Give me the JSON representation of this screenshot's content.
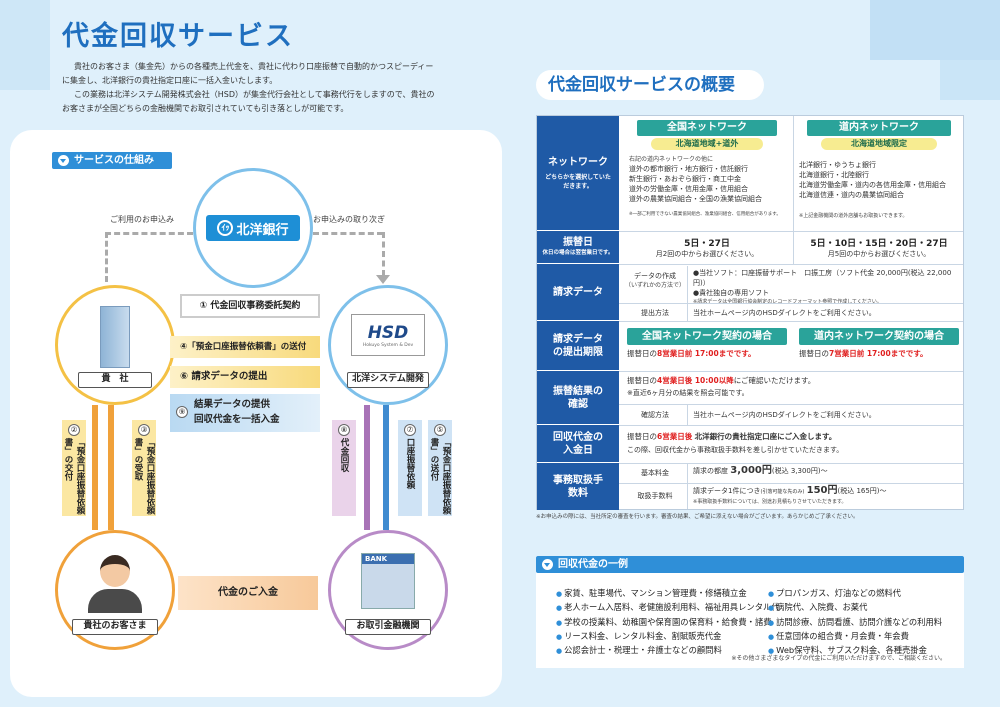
{
  "header": {
    "title": "代金回収サービス",
    "intro_lines": [
      "貴社のお客さま（集金先）からの各種売上代金を、貴社に代わり口座振替で自動的かつスピーディー",
      "に集金し、北洋銀行の貴社指定口座に一括入金いたします。",
      "この業務は北洋システム開発株式会社（HSD）が集金代行会社として事務代行をしますので、貴社の",
      "お客さまが全国どちらの金融機関でお取引されていても引き落としが可能です。"
    ]
  },
  "diagram": {
    "section_label": "サービスの仕組み",
    "bank_name": "北洋銀行",
    "bank_mark": "ｲｯ",
    "hsd_logo": "HSD",
    "hsd_sub": "Hokuyo System & Dev",
    "hsd_caption": "北洋システム開発",
    "company_caption": "貴　社",
    "customer_caption": "貴社のお客さま",
    "fin_caption": "お取引金融機関",
    "bank_sign": "BANK",
    "apply_left": "ご利用のお申込み",
    "apply_right": "お申込みの取り次ぎ",
    "flow_1": "① 代金回収事務委託契約",
    "flow_4": "④「預金口座振替依頼書」の送付",
    "flow_6": "⑥ 請求データの提出",
    "flow_9a": "結果データの提供",
    "flow_9b": "回収代金を一括入金",
    "flow_9_num": "⑨",
    "v2_num": "②",
    "v2": "「預金口座振替依頼書」の交付",
    "v3_num": "③",
    "v3": "「預金口座振替依頼書」の受取",
    "v8_num": "⑧",
    "v8": "代金回収",
    "v7_num": "⑦",
    "v7": "口座振替依頼",
    "v5_num": "⑤",
    "v5": "「預金口座振替依頼書」の送付",
    "payment": "代金のご入金"
  },
  "overview": {
    "title": "代金回収サービスの概要",
    "network_label": "ネットワーク",
    "network_sub": "どちらかを選択していただきます。",
    "nationwide_title": "全国ネットワーク",
    "nationwide_sub": "北海道地域+道外",
    "hokkaido_title": "道内ネットワーク",
    "hokkaido_sub": "北海道地域限定",
    "nationwide_note": "右記の道内ネットワークの他に",
    "nationwide_items": [
      "道外の都市銀行・地方銀行・信託銀行",
      "新生銀行・あおぞら銀行・商工中金",
      "道外の労働金庫・信用金庫・信用組合",
      "道外の農業協同組合・全国の漁業協同組合"
    ],
    "nationwide_foot": "※一部ご利用できない農業協同組合、漁業協同組合、信用組合があります。",
    "hokkaido_items": [
      "北洋銀行・ゆうちょ銀行",
      "北海道銀行・北陸銀行",
      "北海道労働金庫・道内の各信用金庫・信用組合",
      "北海道信連・道内の農業協同組合"
    ],
    "hokkaido_foot": "※上記金融機関の道外店舗もお取扱いできます。",
    "transfer_label": "振替日",
    "transfer_sub": "休日の場合は翌営業日です。",
    "transfer_nw": "5日・27日",
    "transfer_nw_sub": "月2回の中からお選びください。",
    "transfer_hk": "5日・10日・15日・20日・27日",
    "transfer_hk_sub": "月5回の中からお選びください。",
    "billing_label": "請求データ",
    "billing_create": "データの作成",
    "billing_create_sub": "（いずれかの方法で）",
    "billing_soft1": "●当社ソフト：口座振替サポート　口振工房（ソフト代金 20,000円(税込 22,000円)）",
    "billing_soft2": "●貴社独自の専用ソフト",
    "billing_soft_note": "※請求データは全国銀行協会制定のレコードフォーマット参照で作成してください。",
    "submit_method": "提出方法",
    "submit_text": "当社ホームページ内のHSDダイレクトをご利用ください。",
    "deadline_label": "請求データの提出期限",
    "deadline_nw_title": "全国ネットワーク契約の場合",
    "deadline_hk_title": "道内ネットワーク契約の場合",
    "deadline_nw_pre": "振替日の",
    "deadline_nw_red": "8営業日前 17:00までです。",
    "deadline_hk_pre": "振替日の",
    "deadline_hk_red": "7営業日前 17:00までです。",
    "result_label": "振替結果の確認",
    "result_pre": "振替日の",
    "result_red": "4営業日後 10:00以降",
    "result_post": "にご確認いただけます。",
    "result_note": "※直近6ヶ月分の結果を照会可能です。",
    "confirm_method": "確認方法",
    "confirm_text": "当社ホームページ内のHSDダイレクトをご利用ください。",
    "deposit_label": "回収代金の入金日",
    "deposit_pre": "振替日の",
    "deposit_red": "6営業日後",
    "deposit_post": "北洋銀行の貴社指定口座にご入金します。",
    "deposit_line2": "この際、回収代金から事務取扱手数料を差し引かせていただきます。",
    "fee_label": "事務取扱手数料",
    "basic_fee": "基本料金",
    "basic_fee_text": "請求の都度",
    "basic_fee_amount": "3,000円",
    "basic_fee_tax": "(税込 3,300円)～",
    "proc_fee": "取扱手数料",
    "proc_fee_text": "請求データ1件につき",
    "proc_fee_mini": "(引落可能な先のみ)",
    "proc_fee_amount": "150円",
    "proc_fee_tax": "(税込 165円)～",
    "proc_fee_note": "※事務取扱手数料については、別途お見積もりさせていただきます。",
    "table_note": "※お申込みの際には、当社所定の審査を行います。審査の結果、ご希望に添えない場合がございます。あらかじめご了承ください。"
  },
  "examples": {
    "title": "回収代金の一例",
    "left": [
      "家賃、駐車場代、マンション管理費・修繕積立金",
      "老人ホーム入居料、老健施設利用料、福祉用具レンタル代",
      "学校の授業料、幼稚園や保育園の保育料・給食費・諸費",
      "リース料金、レンタル料金、割賦販売代金",
      "公認会計士・税理士・弁護士などの顧問料"
    ],
    "right": [
      "プロパンガス、灯油などの燃料代",
      "病院代、入院費、お薬代",
      "訪問診療、訪問看護、訪問介護などの利用料",
      "任意団体の組合費・月会費・年会費",
      "Web保守料、サブスク料金、各種売掛金"
    ],
    "note": "※その他さまざまなタイプの代金にご利用いただけますので、ご相談ください。"
  }
}
